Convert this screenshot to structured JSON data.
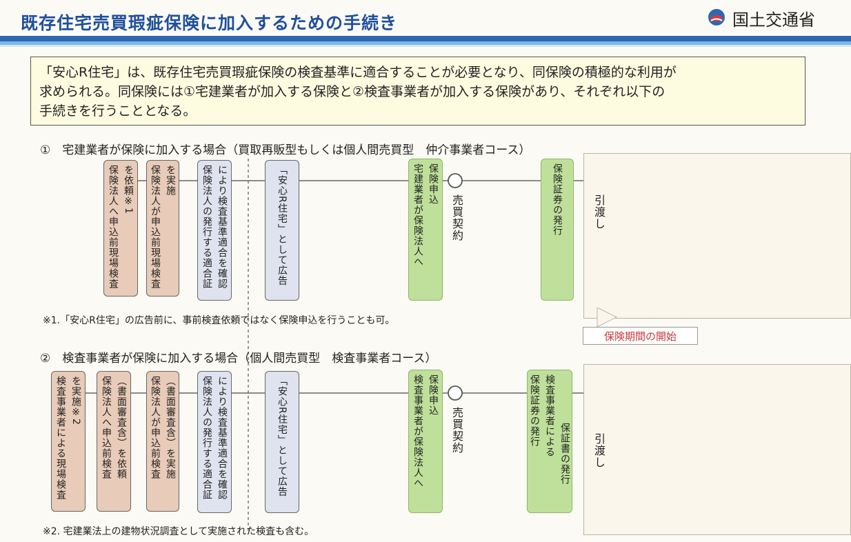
{
  "header": {
    "title": "既存住宅売買瑕疵保険に加入するための手続き",
    "brand_name": "国土交通省",
    "colors": {
      "title": "#1f4f9d",
      "bar": "#2f68b0",
      "bar_light": "#7db8e3",
      "accent_red": "#c8373c"
    }
  },
  "intro": {
    "lines": [
      "「安心R住宅」は、既存住宅売買瑕疵保険の検査基準に適合することが必要となり、同保険の積極的な利用が",
      "求められる。同保険には①宅建業者が加入する保険と②検査事業者が加入する保険があり、それぞれ以下の",
      "手続きを行うこととなる。"
    ]
  },
  "section1": {
    "caption": "①　宅建業者が保険に加入する場合（買取再販型もしくは個人間売買型　仲介事業者コース）",
    "steps": [
      {
        "cols": [
          "保険法人へ申込前現場検査",
          "を依頼※1"
        ]
      },
      {
        "cols": [
          "保険法人が申込前現場検査",
          "を実施"
        ]
      },
      {
        "cols": [
          "保険法人の発行する適合証",
          "により検査基準適合を確認"
        ]
      },
      {
        "cols": [
          "「安心R住宅」として広告"
        ]
      },
      {
        "cols": [
          "宅建業者が保険法人へ",
          "保険申込"
        ]
      },
      {
        "cols": [
          "保険証券の発行"
        ]
      }
    ],
    "contract_label": "売買契約",
    "handover_label": "引渡し",
    "footnote": "※1.「安心R住宅」の広告前に、事前検査依頼ではなく保険申込を行うことも可。"
  },
  "period_label": "保険期間の開始",
  "section2": {
    "caption": "②　検査事業者が保険に加入する場合（個人間売買型　検査事業者コース）",
    "steps": [
      {
        "cols": [
          "検査事業者による現場検査",
          "を実施※2"
        ]
      },
      {
        "cols": [
          "保険法人へ申込前検査",
          "（書面審査含）を依頼"
        ]
      },
      {
        "cols": [
          "保険法人が申込前検査",
          "（書面審査含）を実施"
        ]
      },
      {
        "cols": [
          "保険法人の発行する適合証",
          "により検査基準適合を確認"
        ]
      },
      {
        "cols": [
          "「安心R住宅」として広告"
        ]
      },
      {
        "cols": [
          "検査事業者が保険法人へ",
          "保険申込"
        ]
      },
      {
        "cols": [
          "保険証券の発行",
          "検査事業者による",
          "保証書の発行"
        ]
      }
    ],
    "contract_label": "売買契約",
    "handover_label": "引渡し",
    "footnote": "※2. 宅建業法上の建物状況調査として実施された検査も含む。"
  }
}
